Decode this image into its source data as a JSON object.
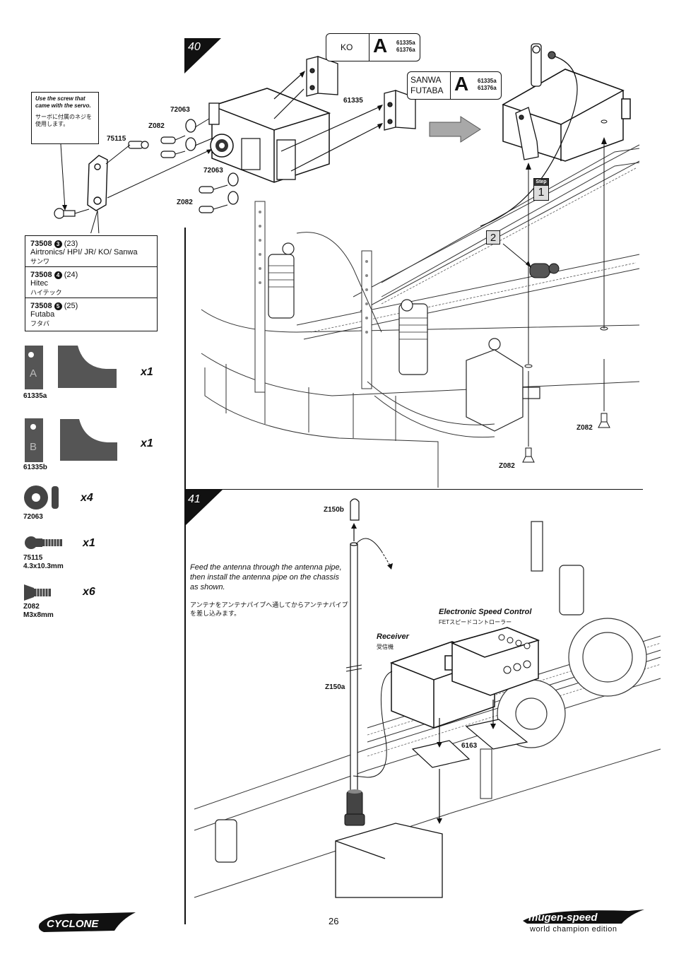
{
  "page": {
    "number": "26"
  },
  "steps": {
    "step40": {
      "number": "40"
    },
    "step41": {
      "number": "41"
    }
  },
  "note": {
    "en": "Use the screw that came with the servo.",
    "jp": "サーボに付属のネジを使用します。"
  },
  "servo_table": [
    {
      "code": "73508",
      "variant": "3",
      "qty": "(23)",
      "brands": "Airtronics/ HPI/ JR/ KO/ Sanwa",
      "jp": "サンワ"
    },
    {
      "code": "73508",
      "variant": "4",
      "qty": "(24)",
      "brands": "Hitec",
      "jp": "ハイテック"
    },
    {
      "code": "73508",
      "variant": "5",
      "qty": "(25)",
      "brands": "Futaba",
      "jp": "フタバ"
    }
  ],
  "parts_list": [
    {
      "code": "61335a",
      "size": "",
      "qty": "x1",
      "letter": "A"
    },
    {
      "code": "61335b",
      "size": "",
      "qty": "x1",
      "letter": "B"
    },
    {
      "code": "72063",
      "size": "",
      "qty": "x4"
    },
    {
      "code": "75115",
      "size": "4.3x10.3mm",
      "qty": "x1"
    },
    {
      "code": "Z082",
      "size": "M3x8mm",
      "qty": "x6"
    }
  ],
  "mount_boxes": [
    {
      "names": [
        "KO"
      ],
      "letter": "A",
      "codes": [
        "61335a",
        "61376a"
      ]
    },
    {
      "names": [
        "SANWA",
        "FUTABA"
      ],
      "letter": "A",
      "codes": [
        "61335a",
        "61376a"
      ]
    }
  ],
  "step40_labels": {
    "washer1": "72063",
    "screw1": "Z082",
    "ball": "75115",
    "washer2": "72063",
    "screw2": "Z082",
    "mount": "61335",
    "bottom1": "Z082",
    "bottom2": "Z082",
    "callout1": "1",
    "callout2": "2",
    "step_badge": "Step"
  },
  "step41": {
    "caption_en": "Feed the antenna through the antenna pipe, then install the antenna pipe on the chassis as shown.",
    "caption_jp": "アンテナをアンテナパイプへ通してからアンテナパイプを差し込みます。",
    "cap": "Z150b",
    "pipe": "Z150a",
    "tape": "6163",
    "esc_en": "Electronic Speed Control",
    "esc_jp": "FETスピードコントローラー",
    "receiver_en": "Receiver",
    "receiver_jp": "受信機"
  },
  "logos": {
    "left": "CYCLONE",
    "right_main": "mugen-speed",
    "right_sub": "world champion edition"
  },
  "colors": {
    "ink": "#111111",
    "arrow_gray": "#a8a8a8",
    "part_gray": "#555555"
  }
}
